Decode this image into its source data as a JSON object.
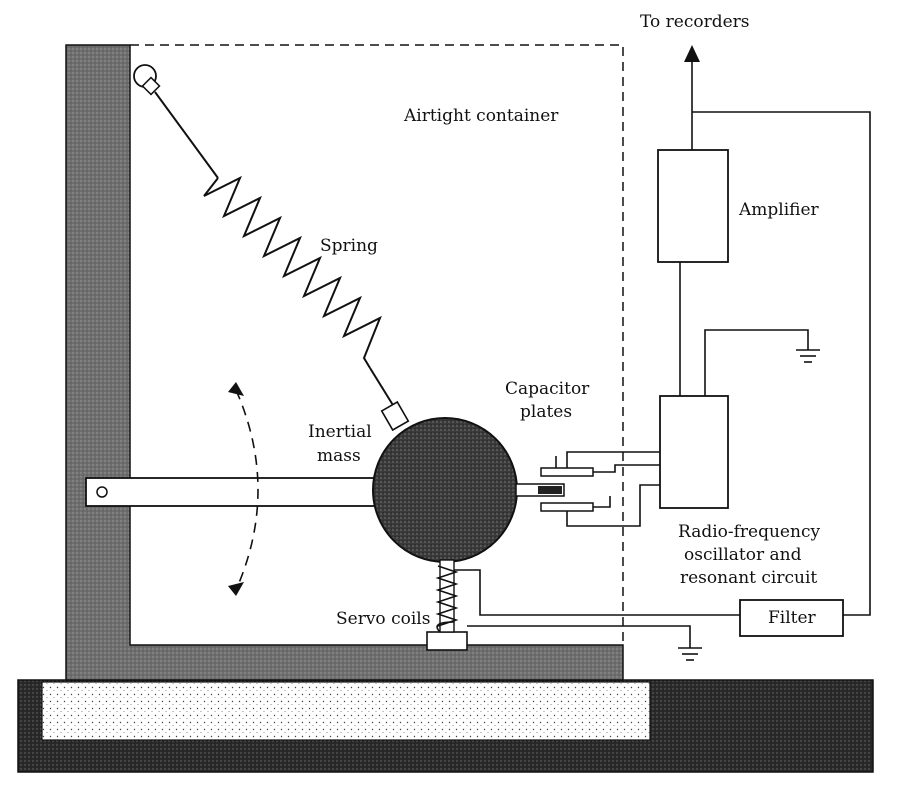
{
  "labels": {
    "to_recorders": "To recorders",
    "airtight_container": "Airtight container",
    "amplifier": "Amplifier",
    "spring": "Spring",
    "capacitor_plates_1": "Capacitor",
    "capacitor_plates_2": "plates",
    "inertial_mass_1": "Inertial",
    "inertial_mass_2": "mass",
    "rf_osc_1": "Radio-frequency",
    "rf_osc_2": "oscillator and",
    "rf_osc_3": "resonant circuit",
    "servo_coils": "Servo coils",
    "filter": "Filter"
  }
}
